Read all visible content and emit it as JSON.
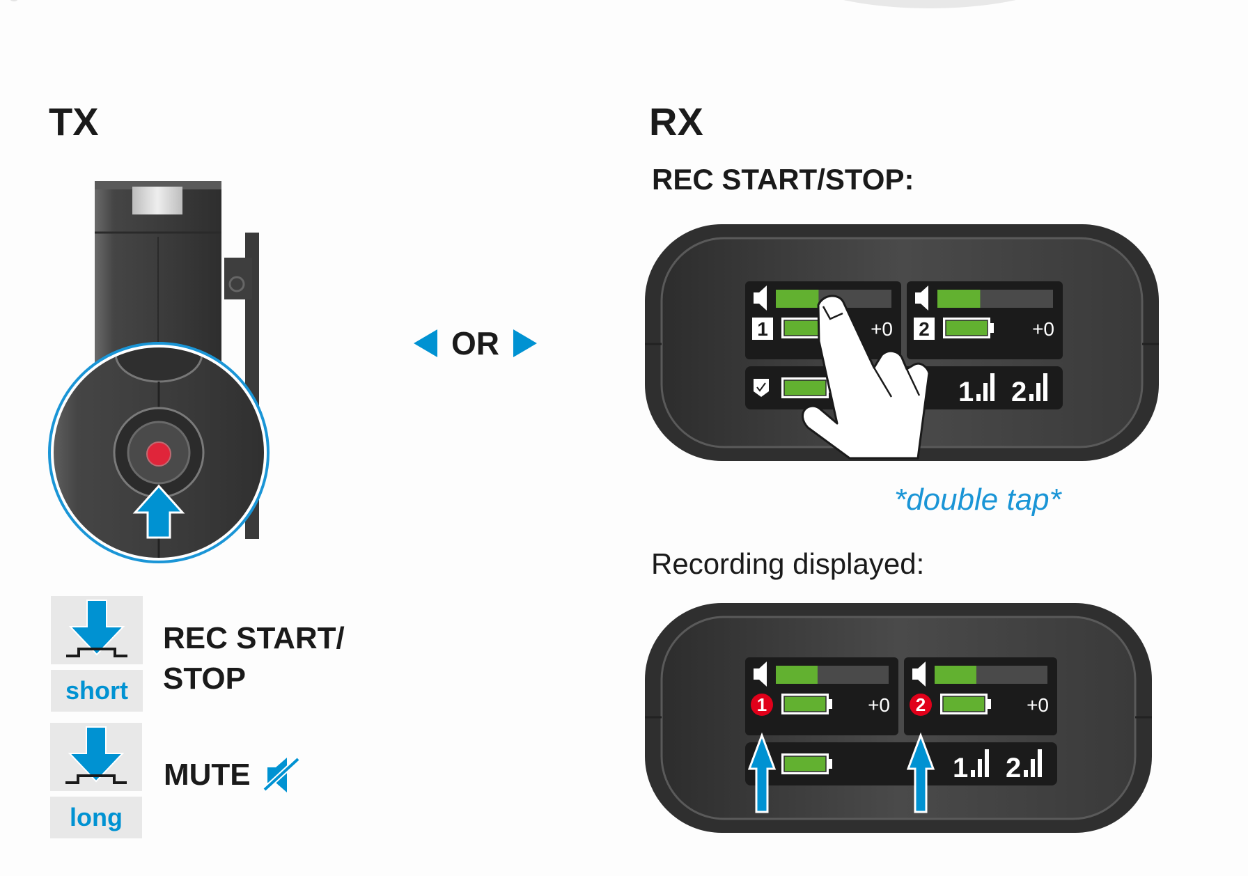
{
  "tx": {
    "heading": "TX",
    "short_press": {
      "duration_label": "short",
      "action_line1": "REC START/",
      "action_line2": "STOP"
    },
    "long_press": {
      "duration_label": "long",
      "action": "MUTE",
      "action_icon": "speaker-muted-icon"
    }
  },
  "separator": {
    "label": "OR",
    "left_icon": "triangle-left-icon",
    "right_icon": "triangle-right-icon"
  },
  "rx": {
    "heading": "RX",
    "rec_heading": "REC START/STOP:",
    "gesture_label": "*double tap*",
    "recording_heading": "Recording displayed:",
    "display_idle": {
      "channels": [
        {
          "id": "1",
          "indicator": "boxed",
          "audio_level": 0.37,
          "gain": "+0",
          "battery": 1.0
        },
        {
          "id": "2",
          "indicator": "boxed",
          "audio_level": 0.37,
          "gain": "+0",
          "battery": 1.0
        }
      ],
      "status": {
        "shield": true,
        "battery": 1.0,
        "signal_labels": [
          "1",
          "2"
        ],
        "signal_bars": 3
      }
    },
    "display_recording": {
      "channels": [
        {
          "id": "1",
          "indicator": "recording",
          "audio_level": 0.37,
          "gain": "+0",
          "battery": 1.0
        },
        {
          "id": "2",
          "indicator": "recording",
          "audio_level": 0.37,
          "gain": "+0",
          "battery": 1.0
        }
      ],
      "status": {
        "shield": false,
        "battery": 1.0,
        "signal_labels": [
          "1",
          "2"
        ],
        "signal_bars": 3
      }
    }
  },
  "colors": {
    "accent_blue": "#0092d2",
    "level_green": "#62b130",
    "rec_red": "#e1001a",
    "screen_bg": "#1b1b1b",
    "device_body": "#3f3f3f"
  }
}
